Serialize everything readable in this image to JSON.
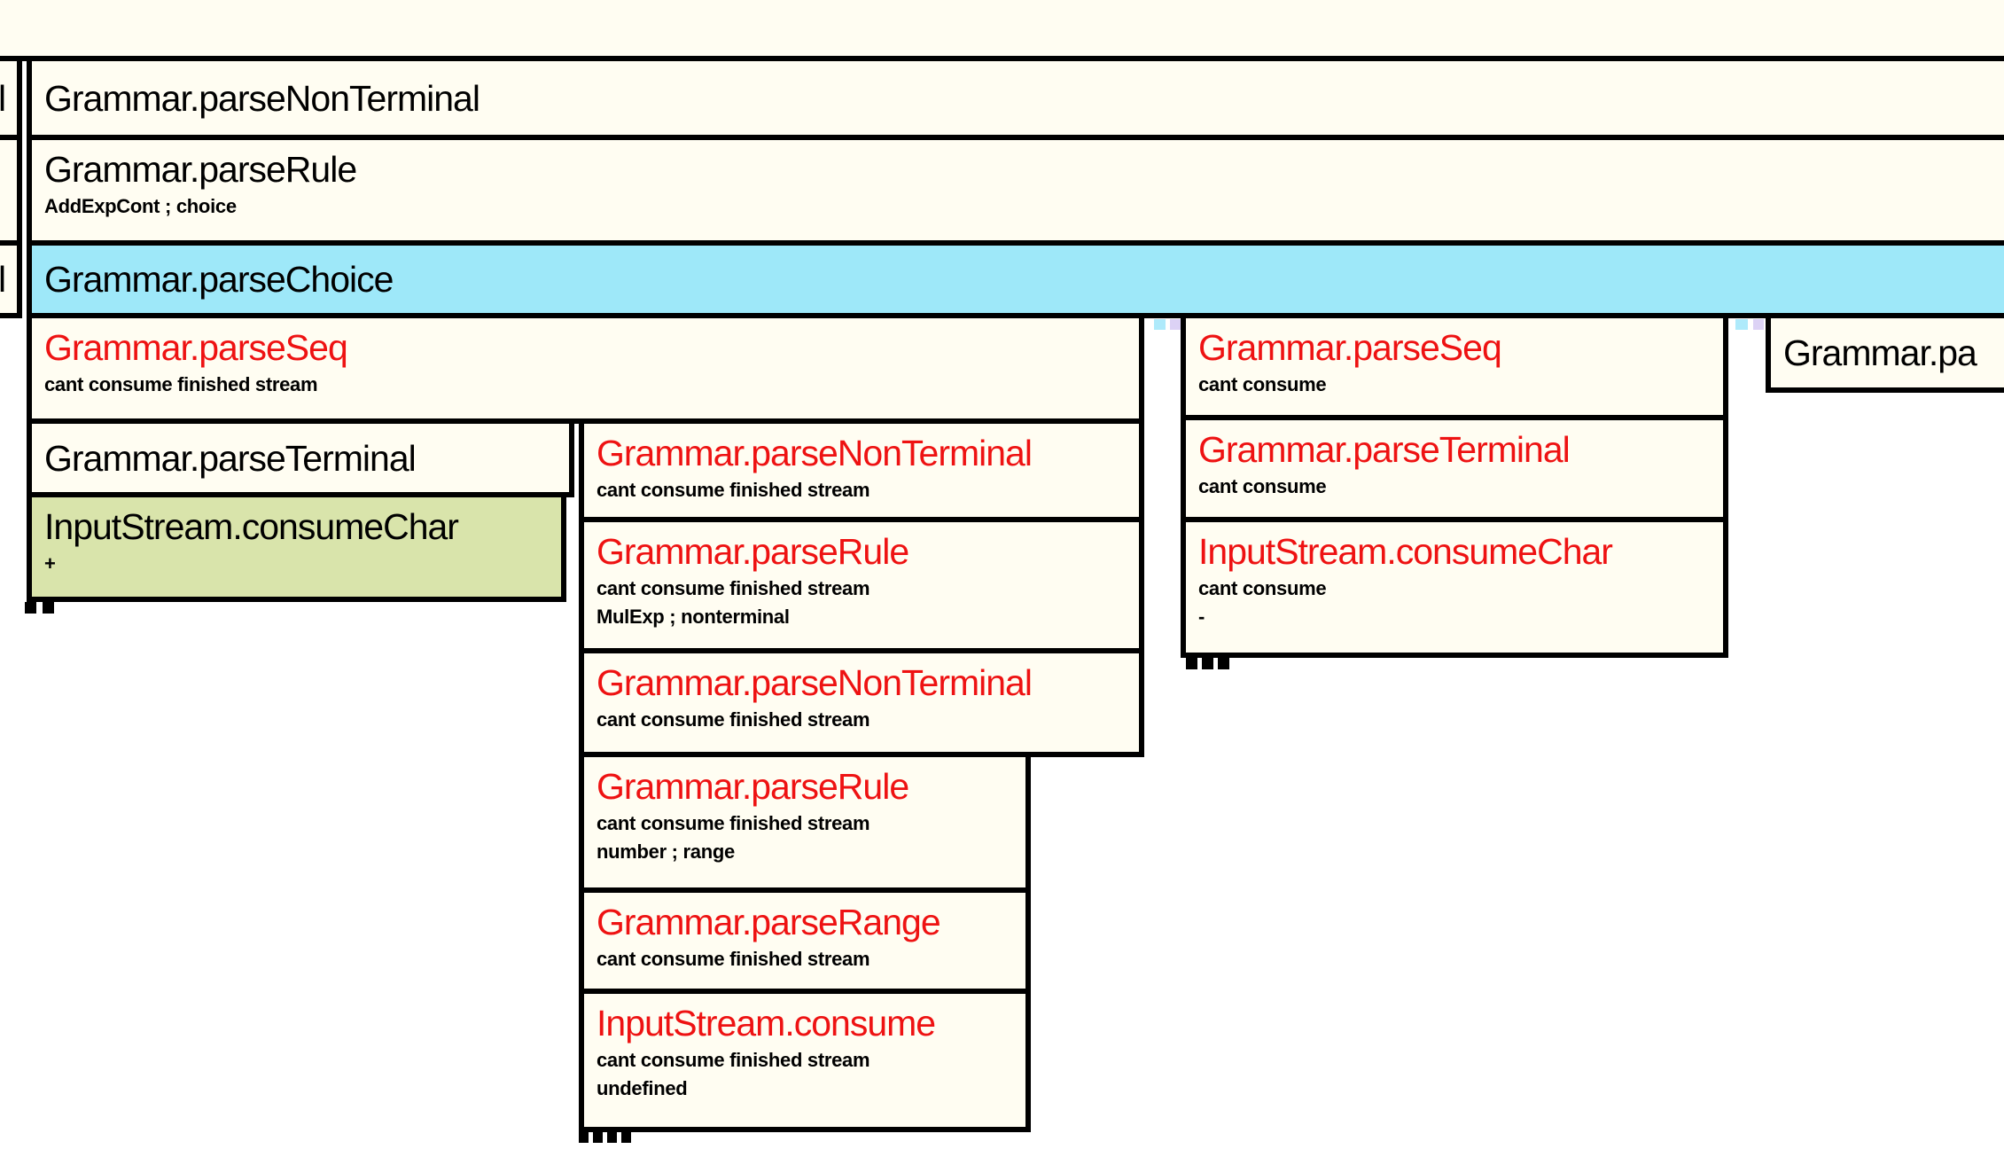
{
  "colors": {
    "paper": "#fffdf2",
    "page_background": "#ffffff",
    "selected_row_cyan": "#9ee8f9",
    "consumed_green": "#d9e4ab",
    "failed_red": "#ee1212",
    "marker_blue": "#aeeafb",
    "marker_lavender": "#dcd2f5",
    "border_black": "#000000"
  },
  "stub_column": {
    "row1_fragment": "l",
    "row2_fragment": "",
    "row3_fragment": "l"
  },
  "call_stack_rows": [
    {
      "title": "Grammar.parseNonTerminal",
      "subtitles": []
    },
    {
      "title": "Grammar.parseRule",
      "subtitles": [
        "AddExpCont ; choice"
      ]
    },
    {
      "title": "Grammar.parseChoice",
      "subtitles": [],
      "state": "selected"
    }
  ],
  "branch1": {
    "seq": {
      "title": "Grammar.parseSeq",
      "subtitles": [
        "cant consume finished stream"
      ],
      "state": "fail"
    },
    "terminal": {
      "title": "Grammar.parseTerminal",
      "subtitles": [],
      "state": "ok"
    },
    "consume_char": {
      "title": "InputStream.consumeChar",
      "subtitles": [
        "+"
      ],
      "state": "consumed"
    },
    "collapsed_dot_count": 2
  },
  "branch2": {
    "frames": [
      {
        "title": "Grammar.parseNonTerminal",
        "sub1": "cant consume finished stream"
      },
      {
        "title": "Grammar.parseRule",
        "sub1": "cant consume finished stream",
        "sub2": "MulExp ; nonterminal"
      },
      {
        "title": "Grammar.parseNonTerminal",
        "sub1": "cant consume finished stream"
      },
      {
        "title": "Grammar.parseRule",
        "sub1": "cant consume finished stream",
        "sub2": "number ; range"
      },
      {
        "title": "Grammar.parseRange",
        "sub1": "cant consume finished stream"
      },
      {
        "title": "InputStream.consume",
        "sub1": "cant consume finished stream",
        "sub2": "undefined"
      }
    ],
    "collapsed_dot_count": 4
  },
  "branch3": {
    "frames": [
      {
        "title": "Grammar.parseSeq",
        "sub1": "cant consume"
      },
      {
        "title": "Grammar.parseTerminal",
        "sub1": "cant consume"
      },
      {
        "title": "InputStream.consumeChar",
        "sub1": "cant consume",
        "sub2": "-"
      }
    ],
    "collapsed_dot_count": 3
  },
  "branch4": {
    "frame": {
      "title": "Grammar.pa"
    }
  }
}
